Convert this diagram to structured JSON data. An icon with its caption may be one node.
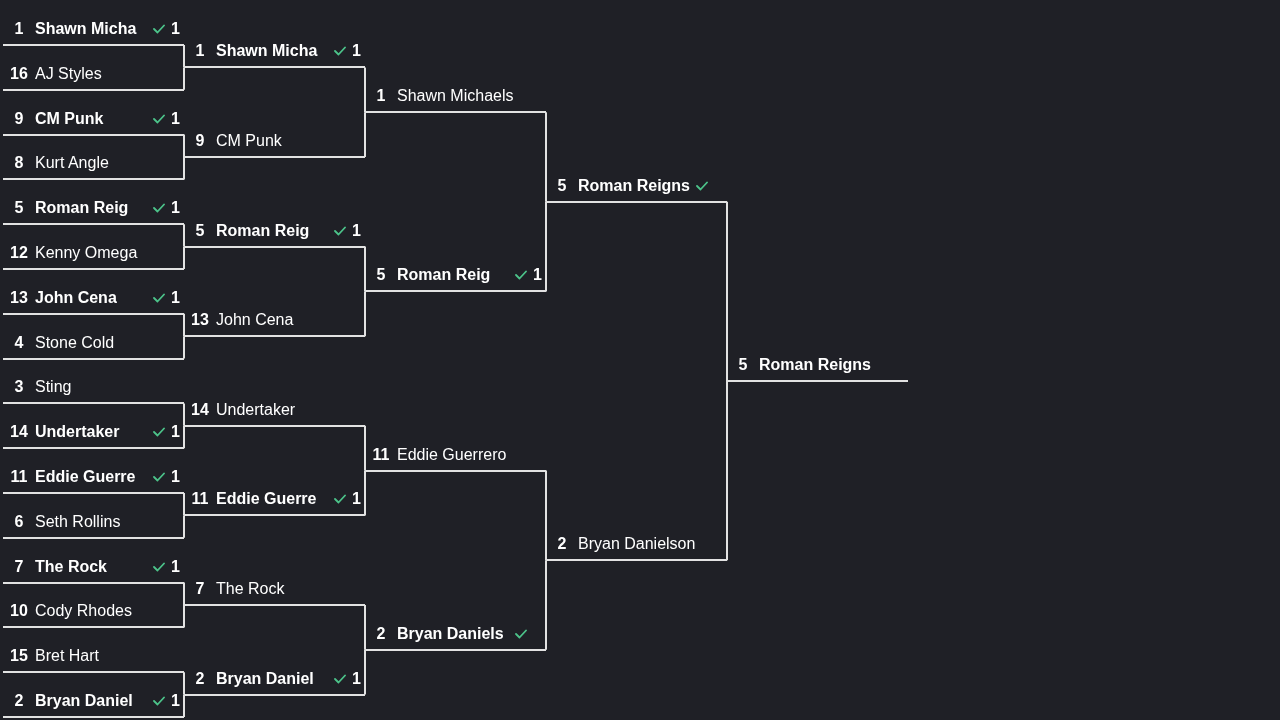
{
  "diagram": {
    "nodes": [
      {
        "text": [
          "1",
          "Shawn Micha",
          "1"
        ]
      },
      {
        "text": [
          "16",
          "AJ Styles"
        ]
      },
      {
        "text": [
          "9",
          "CM Punk",
          "1"
        ]
      },
      {
        "text": [
          "8",
          "Kurt Angle"
        ]
      },
      {
        "text": [
          "5",
          "Roman Reig",
          "1"
        ]
      },
      {
        "text": [
          "12",
          "Kenny Omega"
        ]
      },
      {
        "text": [
          "13",
          "John Cena",
          "1"
        ]
      },
      {
        "text": [
          "4",
          "Stone Cold"
        ]
      },
      {
        "text": [
          "3",
          "Sting"
        ]
      },
      {
        "text": [
          "14",
          "Undertaker",
          "1"
        ]
      },
      {
        "text": [
          "11",
          "Eddie Guerre",
          "1"
        ]
      },
      {
        "text": [
          "6",
          "Seth Rollins"
        ]
      },
      {
        "text": [
          "7",
          "The Rock",
          "1"
        ]
      },
      {
        "text": [
          "10",
          "Cody Rhodes"
        ]
      },
      {
        "text": [
          "15",
          "Bret Hart"
        ]
      },
      {
        "text": [
          "2",
          "Bryan Daniel",
          "1"
        ]
      },
      {
        "text": [
          "1",
          "Shawn Micha",
          "1"
        ]
      },
      {
        "text": [
          "9",
          "CM Punk"
        ]
      },
      {
        "text": [
          "5",
          "Roman Reig",
          "1"
        ]
      },
      {
        "text": [
          "13",
          "John Cena"
        ]
      },
      {
        "text": [
          "14",
          "Undertaker"
        ]
      },
      {
        "text": [
          "11",
          "Eddie Guerre",
          "1"
        ]
      },
      {
        "text": [
          "7",
          "The Rock"
        ]
      },
      {
        "text": [
          "2",
          "Bryan Daniel",
          "1"
        ]
      },
      {
        "text": [
          "1",
          "Shawn Michaels"
        ]
      },
      {
        "text": [
          "5",
          "Roman Reig",
          "1"
        ]
      },
      {
        "text": [
          "11",
          "Eddie Guerrero"
        ]
      },
      {
        "text": [
          "2",
          "Bryan Daniels"
        ]
      },
      {
        "text": [
          "5",
          "Roman Reigns"
        ]
      },
      {
        "text": [
          "2",
          "Bryan Danielson"
        ]
      },
      {
        "text": [
          "5",
          "Roman Reigns"
        ]
      }
    ],
    "edges": [
      {
        "from": 0,
        "to": 16,
        "arrow": "none"
      },
      {
        "from": 1,
        "to": 16,
        "arrow": "none"
      },
      {
        "from": 2,
        "to": 17,
        "arrow": "none"
      },
      {
        "from": 3,
        "to": 17,
        "arrow": "none"
      },
      {
        "from": 4,
        "to": 18,
        "arrow": "none"
      },
      {
        "from": 5,
        "to": 18,
        "arrow": "none"
      },
      {
        "from": 6,
        "to": 19,
        "arrow": "none"
      },
      {
        "from": 7,
        "to": 19,
        "arrow": "none"
      },
      {
        "from": 8,
        "to": 20,
        "arrow": "none"
      },
      {
        "from": 9,
        "to": 20,
        "arrow": "none"
      },
      {
        "from": 10,
        "to": 21,
        "arrow": "none"
      },
      {
        "from": 11,
        "to": 21,
        "arrow": "none"
      },
      {
        "from": 12,
        "to": 22,
        "arrow": "none"
      },
      {
        "from": 13,
        "to": 22,
        "arrow": "none"
      },
      {
        "from": 14,
        "to": 23,
        "arrow": "none"
      },
      {
        "from": 15,
        "to": 23,
        "arrow": "none"
      },
      {
        "from": 16,
        "to": 24,
        "arrow": "none"
      },
      {
        "from": 17,
        "to": 24,
        "arrow": "none"
      },
      {
        "from": 18,
        "to": 25,
        "arrow": "none"
      },
      {
        "from": 19,
        "to": 25,
        "arrow": "none"
      },
      {
        "from": 20,
        "to": 26,
        "arrow": "none"
      },
      {
        "from": 21,
        "to": 26,
        "arrow": "none"
      },
      {
        "from": 22,
        "to": 27,
        "arrow": "none"
      },
      {
        "from": 23,
        "to": 27,
        "arrow": "none"
      },
      {
        "from": 24,
        "to": 28,
        "arrow": "none"
      },
      {
        "from": 25,
        "to": 28,
        "arrow": "none"
      },
      {
        "from": 26,
        "to": 29,
        "arrow": "none"
      },
      {
        "from": 27,
        "to": 29,
        "arrow": "none"
      },
      {
        "from": 28,
        "to": 30,
        "arrow": "none"
      },
      {
        "from": 29,
        "to": 30,
        "arrow": "none"
      }
    ]
  }
}
